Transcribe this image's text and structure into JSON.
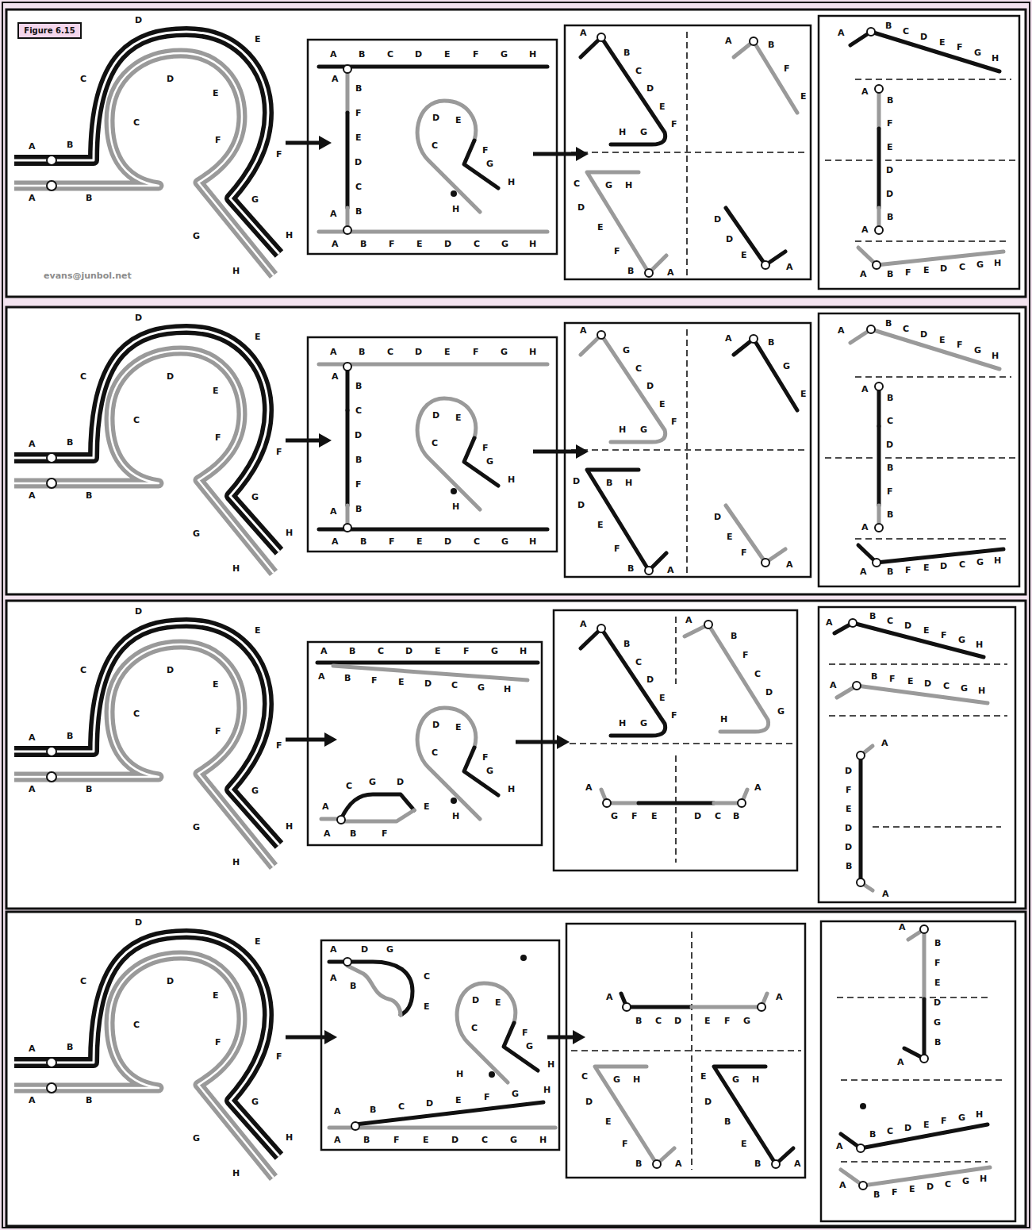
{
  "diagram": {
    "nodes": [
      {
        "text": [
          "Figure 6.15"
        ]
      }
    ],
    "labels": [
      "A",
      "B",
      "A",
      "B",
      "C",
      "D",
      "E",
      "D",
      "C",
      "E",
      "F",
      "F",
      "G",
      "G",
      "H",
      "H",
      "A",
      "B",
      "C",
      "D",
      "E",
      "F",
      "G",
      "H",
      "A",
      "B",
      "F",
      "E",
      "D",
      "C",
      "B",
      "A",
      "A",
      "B",
      "F",
      "E",
      "D",
      "C",
      "G",
      "H",
      "D",
      "E",
      "C",
      "F",
      "G",
      "H",
      "H",
      "A",
      "B",
      "C",
      "D",
      "E",
      "F",
      "H",
      "G",
      "A",
      "B",
      "F",
      "E",
      "C",
      "G",
      "H",
      "D",
      "E",
      "F",
      "B",
      "A",
      "D",
      "D",
      "E",
      "A",
      "A",
      "B",
      "C",
      "D",
      "E",
      "F",
      "G",
      "H",
      "A",
      "B",
      "F",
      "E",
      "D",
      "D",
      "B",
      "A",
      "A",
      "B",
      "F",
      "E",
      "D",
      "C",
      "G",
      "H",
      "A",
      "B",
      "A",
      "B",
      "C",
      "D",
      "E",
      "D",
      "C",
      "E",
      "F",
      "F",
      "G",
      "G",
      "H",
      "H",
      "A",
      "B",
      "C",
      "D",
      "E",
      "F",
      "G",
      "H",
      "A",
      "B",
      "C",
      "D",
      "B",
      "F",
      "B",
      "A",
      "A",
      "B",
      "F",
      "E",
      "D",
      "C",
      "G",
      "H",
      "D",
      "E",
      "C",
      "F",
      "G",
      "H",
      "H",
      "A",
      "G",
      "C",
      "D",
      "E",
      "F",
      "H",
      "G",
      "A",
      "B",
      "G",
      "E",
      "D",
      "B",
      "H",
      "D",
      "E",
      "F",
      "B",
      "A",
      "D",
      "E",
      "F",
      "A",
      "A",
      "B",
      "C",
      "D",
      "E",
      "F",
      "G",
      "H",
      "A",
      "B",
      "C",
      "D",
      "B",
      "F",
      "B",
      "A",
      "A",
      "B",
      "F",
      "E",
      "D",
      "C",
      "G",
      "H",
      "A",
      "B",
      "A",
      "B",
      "C",
      "D",
      "E",
      "D",
      "C",
      "E",
      "F",
      "F",
      "G",
      "G",
      "H",
      "H",
      "A",
      "B",
      "C",
      "D",
      "E",
      "F",
      "G",
      "H",
      "A",
      "B",
      "F",
      "E",
      "D",
      "C",
      "G",
      "H",
      "D",
      "E",
      "C",
      "F",
      "G",
      "H",
      "H",
      "A",
      "C",
      "G",
      "D",
      "E",
      "A",
      "B",
      "F",
      "A",
      "B",
      "C",
      "D",
      "E",
      "F",
      "H",
      "G",
      "A",
      "B",
      "F",
      "C",
      "D",
      "G",
      "H",
      "A",
      "A",
      "G",
      "F",
      "E",
      "D",
      "C",
      "B",
      "A",
      "B",
      "C",
      "D",
      "E",
      "F",
      "G",
      "H",
      "A",
      "B",
      "F",
      "E",
      "D",
      "C",
      "G",
      "H",
      "A",
      "D",
      "F",
      "E",
      "D",
      "D",
      "B",
      "A",
      "A",
      "B",
      "A",
      "B",
      "C",
      "D",
      "E",
      "D",
      "C",
      "E",
      "F",
      "F",
      "G",
      "G",
      "H",
      "H",
      "A",
      "D",
      "G",
      "C",
      "E",
      "A",
      "B",
      "D",
      "E",
      "C",
      "F",
      "G",
      "H",
      "H",
      "A",
      "B",
      "C",
      "D",
      "E",
      "F",
      "G",
      "H",
      "A",
      "B",
      "F",
      "E",
      "D",
      "C",
      "G",
      "H",
      "A",
      "A",
      "B",
      "C",
      "D",
      "E",
      "F",
      "G",
      "C",
      "G",
      "H",
      "D",
      "E",
      "F",
      "B",
      "A",
      "E",
      "G",
      "H",
      "D",
      "B",
      "E",
      "B",
      "A",
      "A",
      "B",
      "F",
      "E",
      "D",
      "G",
      "B",
      "A",
      "A",
      "B",
      "C",
      "D",
      "E",
      "F",
      "G",
      "H",
      "A",
      "B",
      "F",
      "E",
      "D",
      "C",
      "G",
      "H",
      "evans@junbol.net"
    ]
  }
}
